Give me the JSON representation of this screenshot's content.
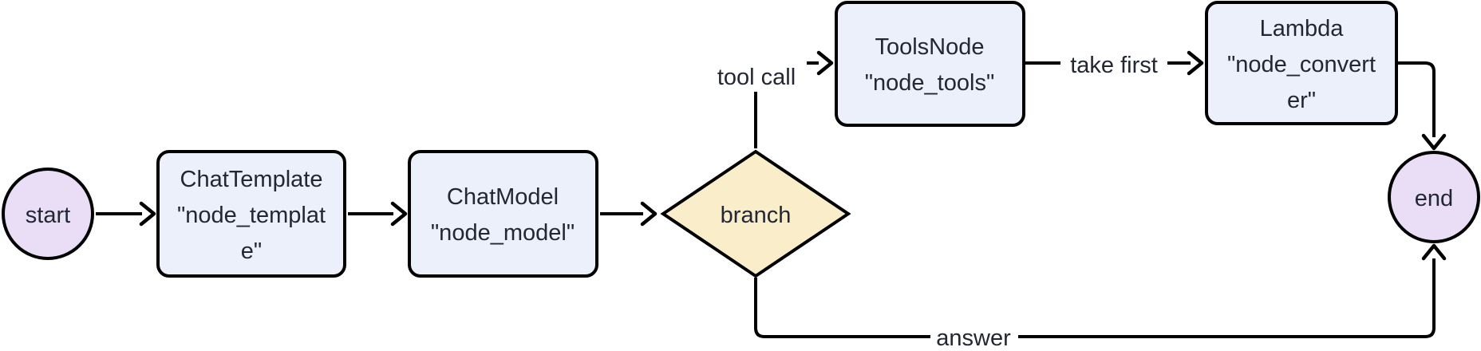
{
  "diagram": {
    "background": "#ffffff",
    "stroke_color": "#000000",
    "text_color": "#232733",
    "label_bg": "#ffffff",
    "nodes": {
      "start": {
        "label": "start",
        "fill": "#e9def6"
      },
      "template": {
        "lines": [
          "ChatTemplate",
          "\"node_templat",
          "e\""
        ],
        "fill": "#ebf0fa"
      },
      "model": {
        "lines": [
          "ChatModel",
          "\"node_model\""
        ],
        "fill": "#ebf0fa"
      },
      "branch": {
        "label": "branch",
        "fill": "#faedc9"
      },
      "tools": {
        "lines": [
          "ToolsNode",
          "\"node_tools\""
        ],
        "fill": "#ebf0fa"
      },
      "converter": {
        "lines": [
          "Lambda",
          "\"node_convert",
          "er\""
        ],
        "fill": "#ebf0fa"
      },
      "end": {
        "label": "end",
        "fill": "#e9def6"
      }
    },
    "edge_labels": {
      "tool_call": "tool call",
      "take_first": "take first",
      "answer": "answer"
    }
  }
}
